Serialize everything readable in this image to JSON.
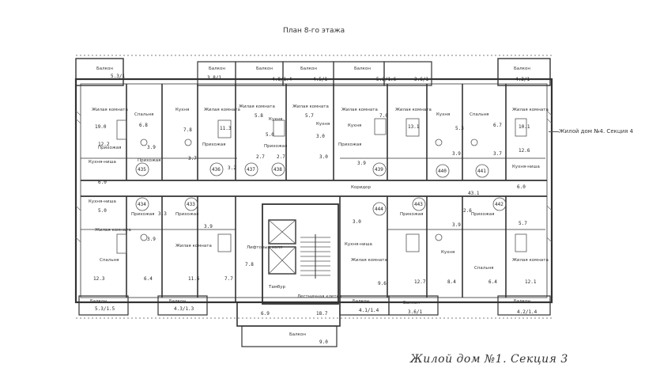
{
  "title": "План 8-го этажа",
  "caption": "Жилой дом №1. Секция 3",
  "side_note": "Жилой дом №4. Секция 4",
  "room_labels": [
    {
      "id": "r1",
      "text": "Жилая комната"
    },
    {
      "id": "r2",
      "text": "Спальня"
    },
    {
      "id": "r3",
      "text": "Кухня"
    },
    {
      "id": "r4",
      "text": "Жилая комната"
    },
    {
      "id": "r5",
      "text": "Жилая комната"
    },
    {
      "id": "r6",
      "text": "Кухня"
    },
    {
      "id": "r7",
      "text": "Жилая комната"
    },
    {
      "id": "r8",
      "text": "Кухня"
    },
    {
      "id": "r9",
      "text": "Жилая комната"
    },
    {
      "id": "r10",
      "text": "Кухня"
    },
    {
      "id": "r11",
      "text": "Жилая комната"
    },
    {
      "id": "r12",
      "text": "Кухня"
    },
    {
      "id": "r13",
      "text": "Спальня"
    },
    {
      "id": "r14",
      "text": "Жилая комната"
    },
    {
      "id": "r15",
      "text": "Кухня-ниша"
    },
    {
      "id": "r16",
      "text": "Прихожая"
    },
    {
      "id": "r17",
      "text": "Прихожая"
    },
    {
      "id": "r18",
      "text": "Прихожая"
    },
    {
      "id": "r19",
      "text": "Прихожая"
    },
    {
      "id": "r20",
      "text": "Прихожая"
    },
    {
      "id": "r21",
      "text": "Коридор"
    },
    {
      "id": "r22",
      "text": "Кухня-ниша"
    },
    {
      "id": "r23",
      "text": "Кухня-ниша"
    },
    {
      "id": "r24",
      "text": "Прихожая"
    },
    {
      "id": "r25",
      "text": "Прихожая"
    },
    {
      "id": "r26",
      "text": "Жилая комната"
    },
    {
      "id": "r27",
      "text": "Спальня"
    },
    {
      "id": "r28",
      "text": "Жилая комната"
    },
    {
      "id": "r29",
      "text": "Лифтовый холл"
    },
    {
      "id": "r30",
      "text": "Кухня-ниша"
    },
    {
      "id": "r31",
      "text": "Жилая комната"
    },
    {
      "id": "r32",
      "text": "Прихожая"
    },
    {
      "id": "r33",
      "text": "Кухня"
    },
    {
      "id": "r34",
      "text": "Прихожая"
    },
    {
      "id": "r35",
      "text": "Спальня"
    },
    {
      "id": "r36",
      "text": "Жилая комната"
    },
    {
      "id": "r37",
      "text": "Лестничная клетка"
    },
    {
      "id": "r38",
      "text": "Тамбур"
    },
    {
      "id": "r39",
      "text": "Балкон"
    },
    {
      "id": "r40",
      "text": "Балкон"
    },
    {
      "id": "r41",
      "text": "Балкон"
    },
    {
      "id": "r42",
      "text": "Балкон"
    },
    {
      "id": "r43",
      "text": "Балкон"
    },
    {
      "id": "r44",
      "text": "Балкон"
    },
    {
      "id": "r45",
      "text": "Балкон"
    },
    {
      "id": "r46",
      "text": "Балкон"
    },
    {
      "id": "r47",
      "text": "Балкон"
    },
    {
      "id": "r48",
      "text": "Балкон"
    },
    {
      "id": "r49",
      "text": "Балкон"
    },
    {
      "id": "r50",
      "text": "Балкон"
    }
  ],
  "apartment_numbers": [
    "434",
    "435",
    "436",
    "437",
    "438",
    "439",
    "440",
    "441",
    "442",
    "443",
    "444",
    "433"
  ],
  "areas": [
    "5.3/1",
    "3.8/1",
    "4.8/1.4",
    "4.5/1",
    "5.2/1.6",
    "3.6/1",
    "4.2/1",
    "19.0",
    "6.8",
    "7.8",
    "11.3",
    "5.8",
    "5.7",
    "5.0",
    "3.0",
    "7.0",
    "13.1",
    "5.3",
    "6.7",
    "10.1",
    "12.2",
    "3.9",
    "3.7",
    "3.2",
    "2.7",
    "2.7",
    "3.0",
    "3.9",
    "3.9",
    "3.7",
    "12.6",
    "6.0",
    "5.0",
    "3.3",
    "3.9",
    "3.9",
    "7.8",
    "3.0",
    "3.9",
    "2.6",
    "6.0",
    "5.7",
    "43.1",
    "12.3",
    "6.4",
    "11.6",
    "7.7",
    "6.9",
    "18.7",
    "9.6",
    "9.0",
    "12.7",
    "8.4",
    "6.4",
    "12.1",
    "5.3/1.5",
    "4.3/1.3",
    "4.1/1.4",
    "3.6/1",
    "4.2/1.4"
  ]
}
